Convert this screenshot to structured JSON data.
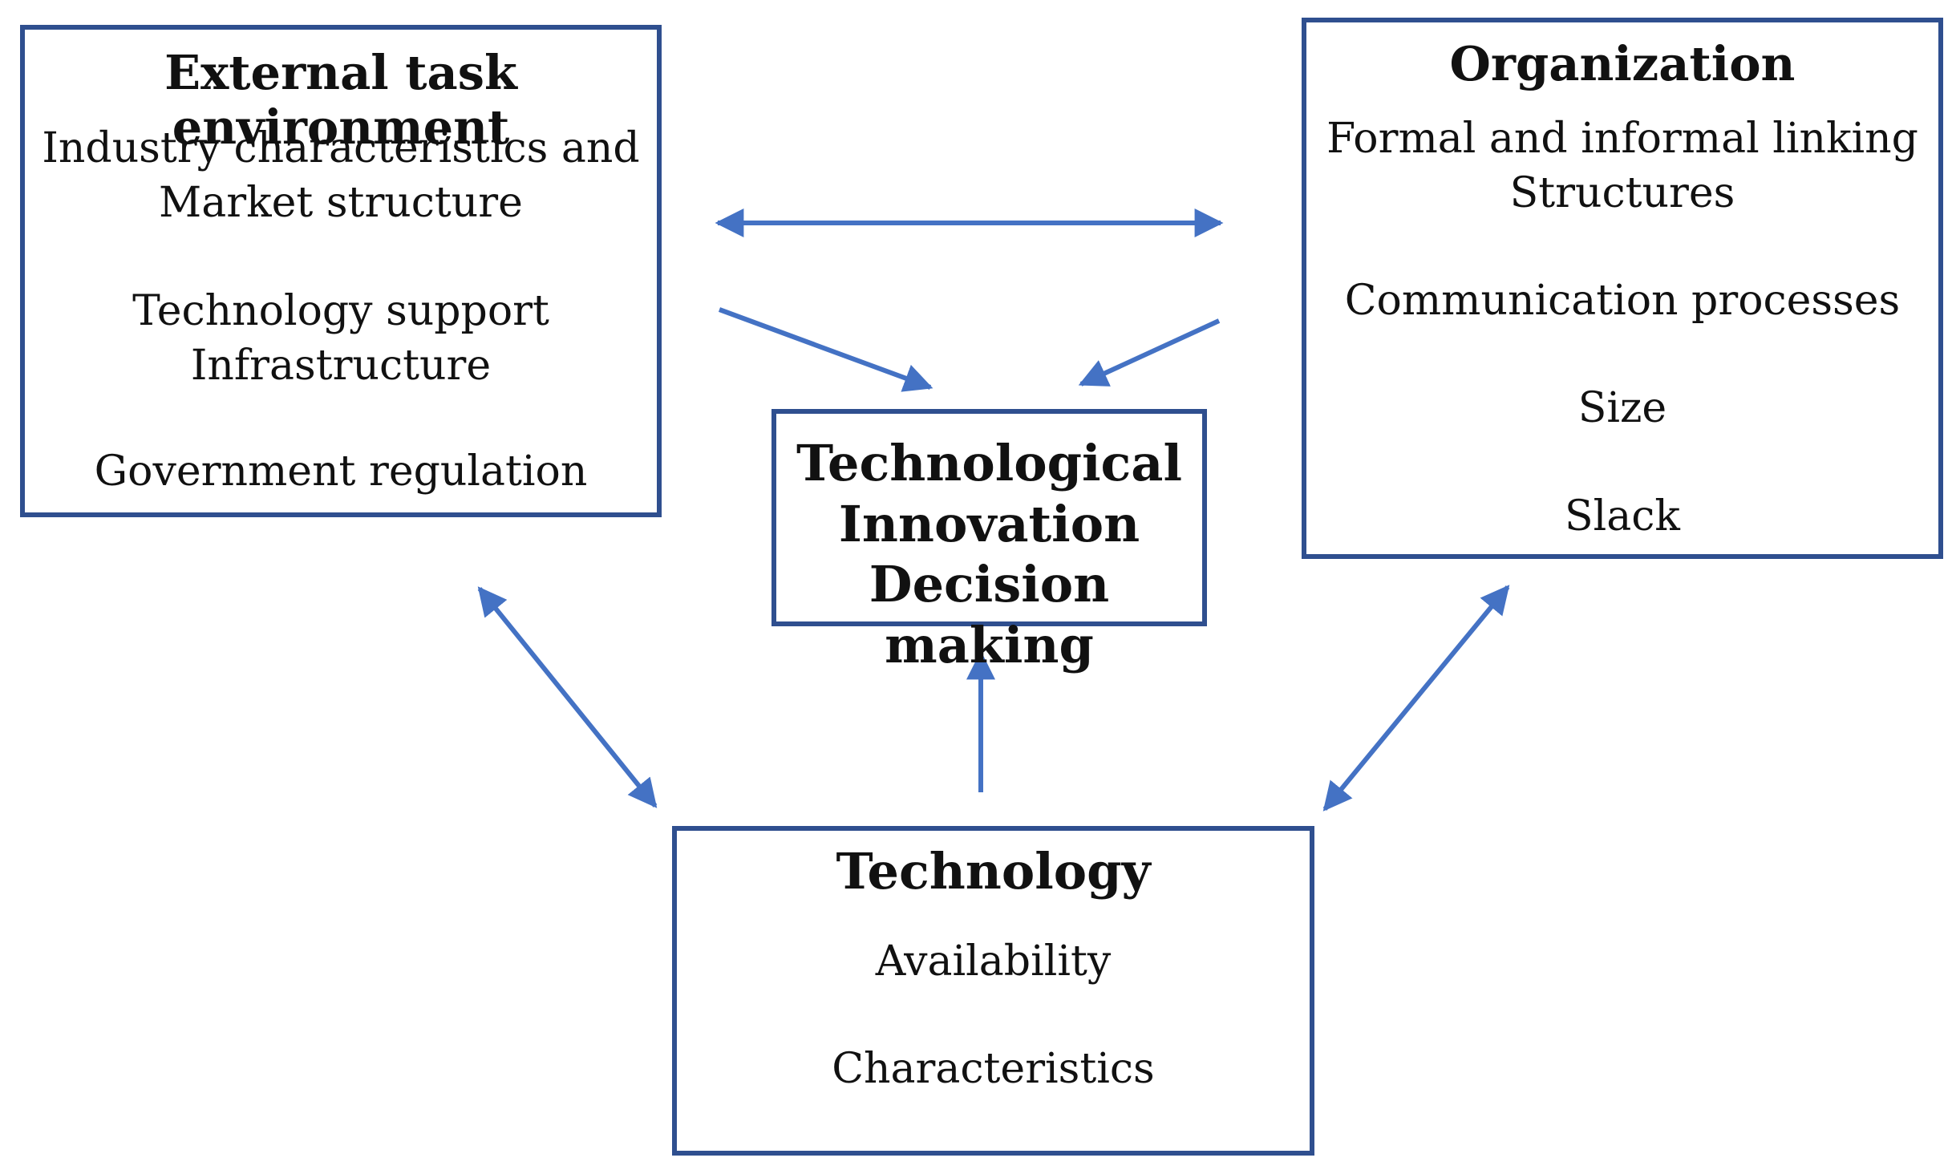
{
  "colors": {
    "box_border": "#2F4F8F",
    "arrow": "#4472C4",
    "text": "#111111"
  },
  "external": {
    "title": "External task environment",
    "items": [
      "Industry characteristics and\nMarket structure",
      "Technology  support\nInfrastructure",
      "Government  regulation"
    ]
  },
  "organization": {
    "title": "Organization",
    "items": [
      "Formal and informal linking\nStructures",
      "Communication  processes",
      "Size",
      "Slack"
    ]
  },
  "central": {
    "title": "Technological\nInnovation\nDecision making"
  },
  "technology": {
    "title": "Technology",
    "items": [
      "Availability",
      "Characteristics"
    ]
  },
  "connections": [
    {
      "from": "external",
      "to": "organization",
      "direction": "both"
    },
    {
      "from": "external",
      "to": "central",
      "direction": "forward"
    },
    {
      "from": "organization",
      "to": "central",
      "direction": "forward"
    },
    {
      "from": "external",
      "to": "technology",
      "direction": "both"
    },
    {
      "from": "organization",
      "to": "technology",
      "direction": "both"
    },
    {
      "from": "technology",
      "to": "central",
      "direction": "forward"
    }
  ]
}
